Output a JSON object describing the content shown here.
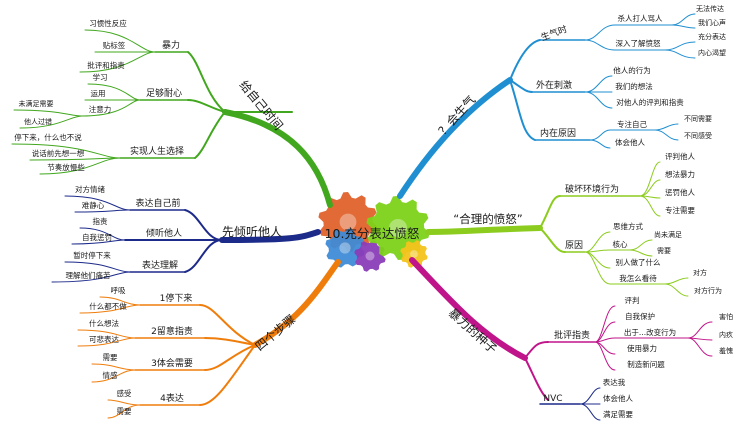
{
  "center": "10.充分表达愤怒",
  "colors": {
    "green": "#41a71e",
    "navy": "#1c2a8a",
    "orange": "#ef7d0c",
    "blue": "#1f8fd1",
    "lime": "#8ccc1e",
    "magenta": "#c0148a",
    "text": "#1a1a1a"
  },
  "gears": {
    "colors": [
      "#e0622b",
      "#3f8bd6",
      "#8a3db8",
      "#7dd21a",
      "#f4c31b"
    ]
  },
  "branches": {
    "time": {
      "label": "给自己时间",
      "subs": {
        "violence": {
          "label": "暴力",
          "leaves": [
            "习惯性反应",
            "贴标签",
            "批评和指责"
          ]
        },
        "patience": {
          "label": "足够耐心",
          "leaves": [
            "学习",
            "运用",
            "注意力"
          ],
          "deep": [
            "未满足需要",
            "他人过错"
          ]
        },
        "choice": {
          "label": "实现人生选择",
          "leaves": [
            "停下来，什么也不说",
            "说话前先想一想",
            "节奏放慢些"
          ]
        }
      }
    },
    "listen": {
      "label": "先倾听他人",
      "subs": {
        "express": {
          "label": "表达自己前",
          "leaves": [
            "对方情绪",
            "难静心"
          ]
        },
        "hear": {
          "label": "倾听他人",
          "leaves": [
            "指责",
            "自我惩罚"
          ]
        },
        "understand": {
          "label": "表达理解",
          "leaves": [
            "暂时停下来",
            "理解他们痛苦"
          ]
        }
      }
    },
    "steps": {
      "label": "四个步骤",
      "subs": {
        "s1": {
          "label": "1停下来",
          "leaves": [
            "呼吸",
            "什么都不做"
          ]
        },
        "s2": {
          "label": "2留意指责",
          "leaves": [
            "什么想法",
            "可悲表达"
          ]
        },
        "s3": {
          "label": "3体会需要",
          "leaves": [
            "需要",
            "情感"
          ]
        },
        "s4": {
          "label": "4表达",
          "leaves": [
            "感受",
            "需要"
          ]
        }
      }
    },
    "angry": {
      "label": "？会生气",
      "subs": {
        "when": {
          "label": "生气时",
          "leaves": [
            "杀人打人骂人",
            "深入了解愤怒"
          ],
          "deep": [
            "无法传达",
            "我们心声",
            "充分表达",
            "内心渴望"
          ]
        },
        "stimulus": {
          "label": "外在刺激",
          "leaves": [
            "他人的行为",
            "我们的想法",
            "对他人的评判和指责"
          ]
        },
        "inner": {
          "label": "内在原因",
          "leaves": [
            "专注自己",
            "体会他人"
          ],
          "deep": [
            "不同需要",
            "不同感受"
          ]
        }
      }
    },
    "reasonable": {
      "label": "“合理的愤怒”",
      "subs": {
        "destroy": {
          "label": "破坏环境行为",
          "leaves": [
            "评判他人",
            "想法暴力",
            "惩罚他人",
            "专注需要"
          ]
        },
        "cause": {
          "label": "原因",
          "leaves": [
            "思维方式",
            "核心",
            "别人做了什么",
            "我怎么看待"
          ],
          "deep": [
            "尚未满足",
            "需要",
            "对方",
            "对方行为"
          ]
        }
      }
    },
    "seed": {
      "label": "暴力的种子",
      "subs": {
        "criticize": {
          "label": "批评指责",
          "leaves": [
            "评判",
            "自我保护",
            "出于...改变行为",
            "使用暴力",
            "制造新问题"
          ],
          "deep": [
            "害怕",
            "内疚",
            "羞愧"
          ]
        },
        "nvc": {
          "label": "NVC",
          "leaves": [
            "表达我",
            "体会他人",
            "满足需要"
          ]
        }
      }
    }
  }
}
